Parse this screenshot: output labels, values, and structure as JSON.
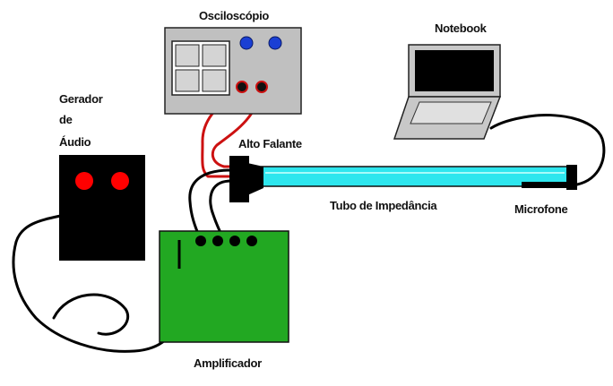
{
  "labels": {
    "oscilloscope": "Osciloscópio",
    "notebook": "Notebook",
    "generator_line1": "Gerador",
    "generator_line2": "de",
    "generator_line3": "Áudio",
    "speaker": "Alto Falante",
    "tube": "Tubo de Impedância",
    "microphone": "Microfone",
    "amplifier": "Amplificador"
  },
  "colors": {
    "oscilloscope_body": "#c0c0c0",
    "oscilloscope_knob": "#1a3fd4",
    "generator_body": "#000000",
    "generator_light": "#ff0000",
    "amplifier_body": "#22a822",
    "tube": "#2ee6ee",
    "probe_cable": "#cc1111",
    "cable": "#000000",
    "notebook_body": "#c8c8c8",
    "notebook_screen": "#000000"
  }
}
